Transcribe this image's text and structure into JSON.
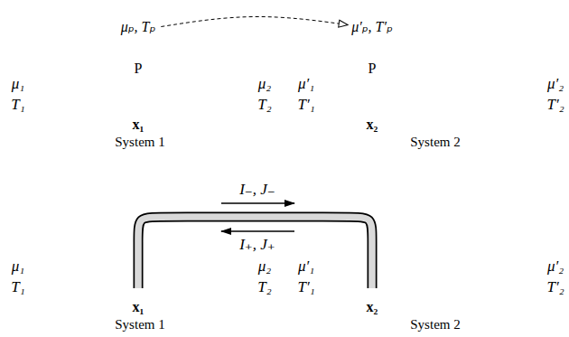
{
  "diagram": {
    "nodes": [
      {
        "text": [
          "System 1"
        ]
      },
      {
        "text": [
          "μₚ, Tₚ",
          "P"
        ]
      },
      {
        "text": [
          "System 2"
        ]
      },
      {
        "text": [
          "μ′ₚ, T′ₚ",
          "P"
        ]
      },
      {
        "text": [
          "System 1"
        ]
      },
      {
        "text": [
          "System 2"
        ]
      }
    ],
    "edges": [
      {
        "from": 1,
        "to": 3,
        "arrow": "to"
      },
      {
        "from": 4,
        "to": 5,
        "arrow": "none"
      }
    ],
    "labels": [
      "μ₁",
      "T₁",
      "μ₂",
      "T₂",
      "μ′₁",
      "T′₁",
      "μ′₂",
      "T′₂",
      "x₁",
      "x₂",
      "μ₁",
      "T₁",
      "μ₂",
      "T₂",
      "μ′₁",
      "T′₁",
      "μ′₂",
      "T′₂",
      "x₁",
      "x₂",
      "I₋, J₋",
      "I₊, J₊"
    ]
  }
}
